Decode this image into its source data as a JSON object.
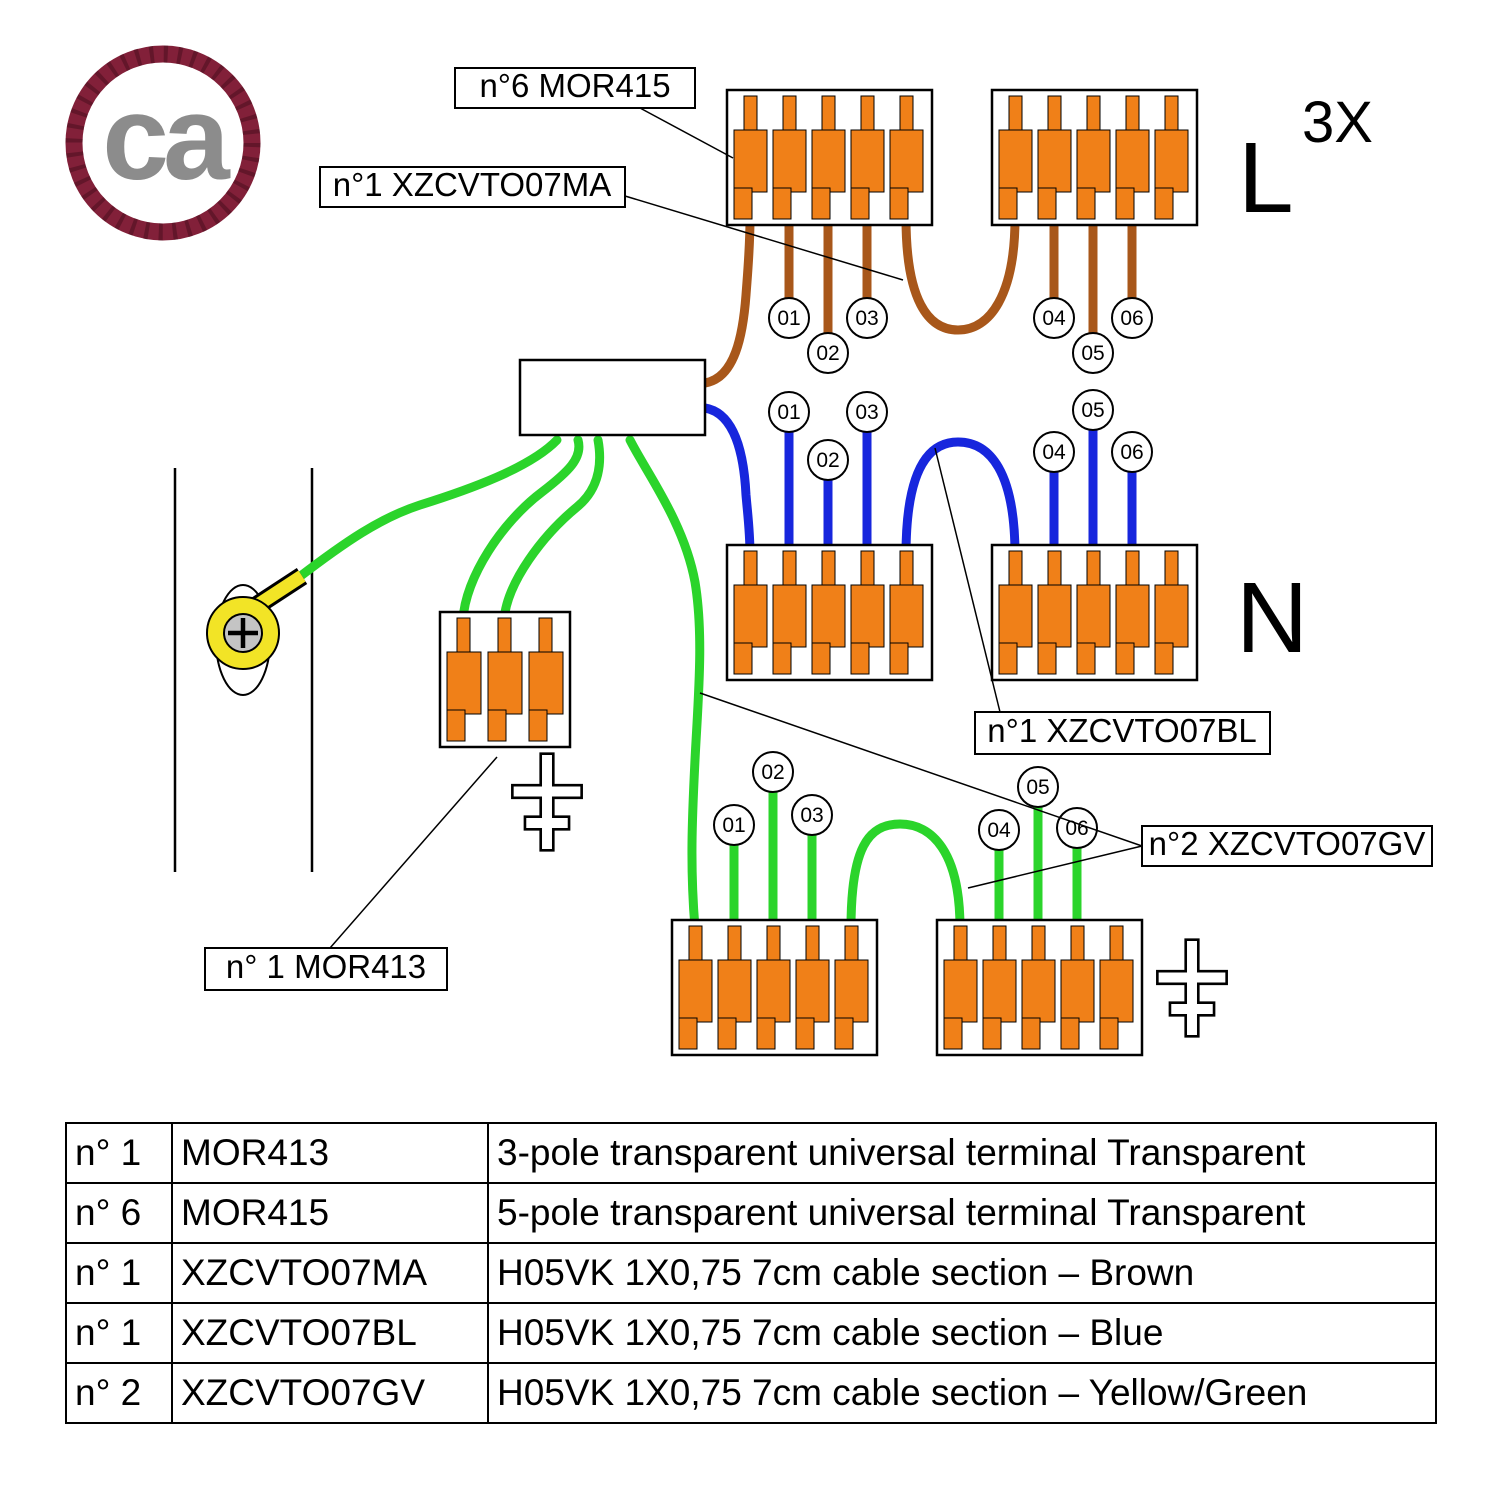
{
  "logo": {
    "text": "ca",
    "ring_color": "#822039",
    "text_color": "#8c8c8c"
  },
  "colors": {
    "terminal_orange": "#f08018",
    "brown_wire": "#a8571a",
    "blue_wire": "#1726dd",
    "green_wire": "#2bd42b",
    "yellow_accent": "#f2e426",
    "screw_gray": "#c4c4c4"
  },
  "markers": {
    "line_l": "L",
    "line_l_multiplier": "3X",
    "line_n": "N"
  },
  "callouts": {
    "mor415": "n°6 MOR415",
    "xzcvto07ma": "n°1 XZCVTO07MA",
    "xzcvto07bl": "n°1 XZCVTO07BL",
    "xzcvto07gv": "n°2 XZCVTO07GV",
    "mor413": "n° 1 MOR413"
  },
  "wire_numbers": {
    "brown": [
      "01",
      "02",
      "03",
      "04",
      "05",
      "06"
    ],
    "blue": [
      "01",
      "02",
      "03",
      "04",
      "05",
      "06"
    ],
    "green": [
      "01",
      "02",
      "03",
      "04",
      "05",
      "06"
    ]
  },
  "bom_table": {
    "rows": [
      {
        "qty": "n° 1",
        "code": "MOR413",
        "desc": "3-pole transparent universal terminal Transparent"
      },
      {
        "qty": "n° 6",
        "code": "MOR415",
        "desc": "5-pole transparent universal terminal Transparent"
      },
      {
        "qty": "n° 1",
        "code": "XZCVTO07MA",
        "desc": "H05VK 1X0,75 7cm cable section – Brown"
      },
      {
        "qty": "n° 1",
        "code": "XZCVTO07BL",
        "desc": "H05VK 1X0,75 7cm cable section – Blue"
      },
      {
        "qty": "n° 2",
        "code": "XZCVTO07GV",
        "desc": "H05VK 1X0,75 7cm cable section – Yellow/Green"
      }
    ]
  }
}
